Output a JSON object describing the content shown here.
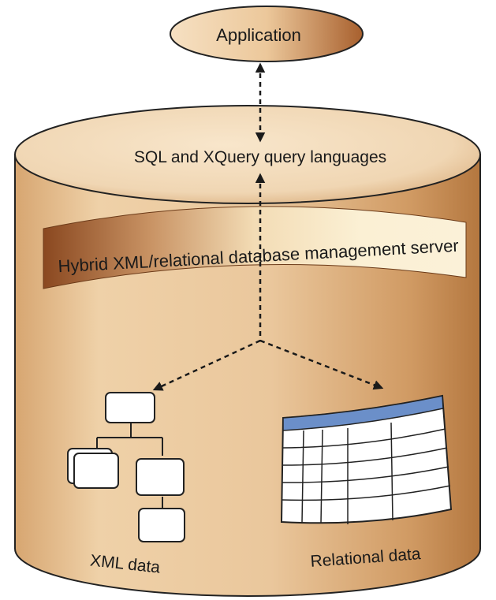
{
  "diagram": {
    "application_label": "Application",
    "query_languages_label": "SQL and XQuery query languages",
    "server_label": "Hybrid XML/relational database management server",
    "xml_data_label": "XML data",
    "relational_data_label": "Relational data"
  },
  "colors": {
    "cylinder_body": "#e8c59a",
    "cylinder_top": "#f3dcbc",
    "cylinder_shadow": "#b77a46",
    "band_dark": "#8f4f24",
    "band_light": "#f8ebcb",
    "table_header": "#6b8fc9",
    "arrow": "#1a1a1a"
  }
}
